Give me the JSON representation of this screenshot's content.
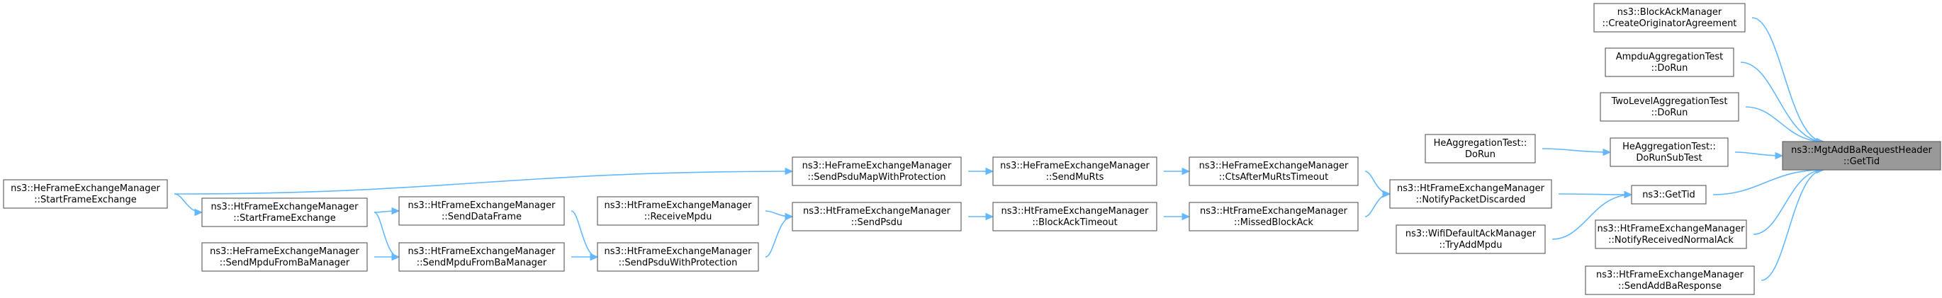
{
  "graph": {
    "root_id": "get-tid-header",
    "nodes": [
      {
        "id": "get-tid-header",
        "lines": [
          "ns3::MgtAddBaRequestHeader",
          "::GetTid"
        ],
        "root": true
      },
      {
        "id": "create-originator-agreement",
        "lines": [
          "ns3::BlockAckManager",
          "::CreateOriginatorAgreement"
        ]
      },
      {
        "id": "ampdu-aggregation-test-dorun",
        "lines": [
          "AmpduAggregationTest",
          "::DoRun"
        ]
      },
      {
        "id": "two-level-aggregation-test-dorun",
        "lines": [
          "TwoLevelAggregationTest",
          "::DoRun"
        ]
      },
      {
        "id": "he-aggregation-test-dorunsubtest",
        "lines": [
          "HeAggregationTest::",
          "DoRunSubTest"
        ]
      },
      {
        "id": "he-aggregation-test-dorun",
        "lines": [
          "HeAggregationTest::",
          "DoRun"
        ]
      },
      {
        "id": "ns3-gettid",
        "lines": [
          "ns3::GetTid"
        ]
      },
      {
        "id": "notify-packet-discarded",
        "lines": [
          "ns3::HtFrameExchangeManager",
          "::NotifyPacketDiscarded"
        ]
      },
      {
        "id": "cts-after-mu-rts-timeout",
        "lines": [
          "ns3::HeFrameExchangeManager",
          "::CtsAfterMuRtsTimeout"
        ]
      },
      {
        "id": "send-mu-rts",
        "lines": [
          "ns3::HeFrameExchangeManager",
          "::SendMuRts"
        ]
      },
      {
        "id": "send-psdu-map-with-protection",
        "lines": [
          "ns3::HeFrameExchangeManager",
          "::SendPsduMapWithProtection"
        ]
      },
      {
        "id": "he-start-frame-exchange",
        "lines": [
          "ns3::HeFrameExchangeManager",
          "::StartFrameExchange"
        ]
      },
      {
        "id": "missed-block-ack",
        "lines": [
          "ns3::HtFrameExchangeManager",
          "::MissedBlockAck"
        ]
      },
      {
        "id": "block-ack-timeout",
        "lines": [
          "ns3::HtFrameExchangeManager",
          "::BlockAckTimeout"
        ]
      },
      {
        "id": "send-psdu",
        "lines": [
          "ns3::HtFrameExchangeManager",
          "::SendPsdu"
        ]
      },
      {
        "id": "receive-mpdu",
        "lines": [
          "ns3::HtFrameExchangeManager",
          "::ReceiveMpdu"
        ]
      },
      {
        "id": "send-psdu-with-protection",
        "lines": [
          "ns3::HtFrameExchangeManager",
          "::SendPsduWithProtection"
        ]
      },
      {
        "id": "send-data-frame",
        "lines": [
          "ns3::HtFrameExchangeManager",
          "::SendDataFrame"
        ]
      },
      {
        "id": "ht-send-mpdu-from-ba-manager",
        "lines": [
          "ns3::HtFrameExchangeManager",
          "::SendMpduFromBaManager"
        ]
      },
      {
        "id": "ht-start-frame-exchange",
        "lines": [
          "ns3::HtFrameExchangeManager",
          "::StartFrameExchange"
        ]
      },
      {
        "id": "he-send-mpdu-from-ba-manager",
        "lines": [
          "ns3::HeFrameExchangeManager",
          "::SendMpduFromBaManager"
        ]
      },
      {
        "id": "wifi-default-ack-manager-tryaddmpdu",
        "lines": [
          "ns3::WifiDefaultAckManager",
          "::TryAddMpdu"
        ]
      },
      {
        "id": "notify-received-normal-ack",
        "lines": [
          "ns3::HtFrameExchangeManager",
          "::NotifyReceivedNormalAck"
        ]
      },
      {
        "id": "send-add-ba-response",
        "lines": [
          "ns3::HtFrameExchangeManager",
          "::SendAddBaResponse"
        ]
      }
    ],
    "edges": [
      {
        "from": "create-originator-agreement",
        "to": "get-tid-header"
      },
      {
        "from": "ampdu-aggregation-test-dorun",
        "to": "get-tid-header"
      },
      {
        "from": "two-level-aggregation-test-dorun",
        "to": "get-tid-header"
      },
      {
        "from": "he-aggregation-test-dorunsubtest",
        "to": "get-tid-header"
      },
      {
        "from": "ns3-gettid",
        "to": "get-tid-header"
      },
      {
        "from": "notify-received-normal-ack",
        "to": "get-tid-header"
      },
      {
        "from": "send-add-ba-response",
        "to": "get-tid-header"
      },
      {
        "from": "he-aggregation-test-dorun",
        "to": "he-aggregation-test-dorunsubtest"
      },
      {
        "from": "notify-packet-discarded",
        "to": "ns3-gettid"
      },
      {
        "from": "wifi-default-ack-manager-tryaddmpdu",
        "to": "ns3-gettid"
      },
      {
        "from": "cts-after-mu-rts-timeout",
        "to": "notify-packet-discarded"
      },
      {
        "from": "missed-block-ack",
        "to": "notify-packet-discarded"
      },
      {
        "from": "send-mu-rts",
        "to": "cts-after-mu-rts-timeout"
      },
      {
        "from": "send-psdu-map-with-protection",
        "to": "send-mu-rts"
      },
      {
        "from": "he-start-frame-exchange",
        "to": "send-psdu-map-with-protection"
      },
      {
        "from": "block-ack-timeout",
        "to": "missed-block-ack"
      },
      {
        "from": "send-psdu",
        "to": "block-ack-timeout"
      },
      {
        "from": "receive-mpdu",
        "to": "send-psdu"
      },
      {
        "from": "send-psdu-with-protection",
        "to": "send-psdu"
      },
      {
        "from": "send-data-frame",
        "to": "send-psdu-with-protection"
      },
      {
        "from": "ht-send-mpdu-from-ba-manager",
        "to": "send-psdu-with-protection"
      },
      {
        "from": "ht-start-frame-exchange",
        "to": "send-data-frame"
      },
      {
        "from": "ht-start-frame-exchange",
        "to": "ht-send-mpdu-from-ba-manager"
      },
      {
        "from": "he-send-mpdu-from-ba-manager",
        "to": "ht-send-mpdu-from-ba-manager"
      },
      {
        "from": "he-start-frame-exchange",
        "to": "ht-start-frame-exchange"
      }
    ]
  },
  "colors": {
    "edge": "#63b8ff",
    "node_border": "#666666",
    "node_fill": "#ffffff",
    "root_fill": "#999999",
    "text": "#000000"
  }
}
